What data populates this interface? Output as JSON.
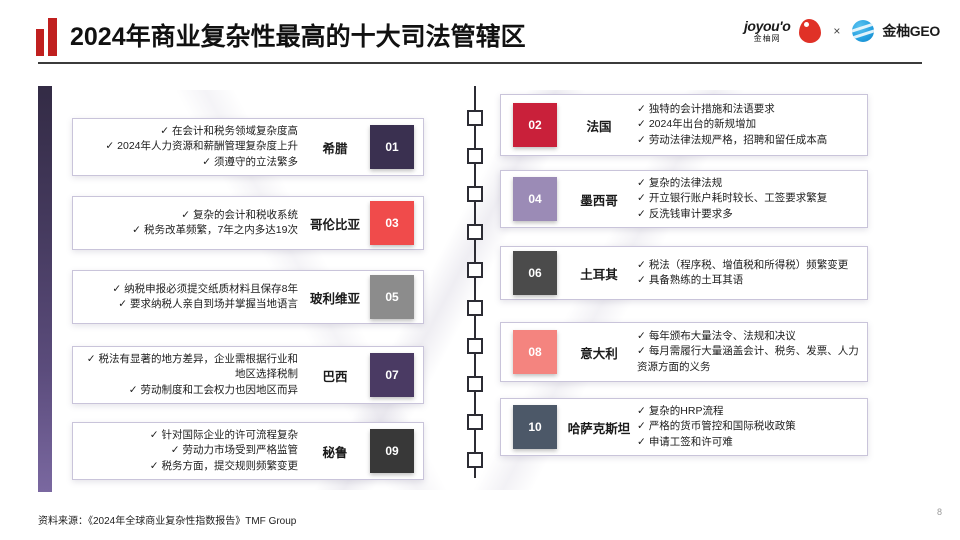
{
  "header": {
    "title": "2024年商业复杂性最高的十大司法管辖区",
    "logo_primary_en": "joyou'o",
    "logo_primary_cn": "金柚网",
    "logo_separator": "×",
    "logo_secondary": "金柚GEO"
  },
  "timeline": {
    "node_count": 10,
    "line_color": "#2c2c34"
  },
  "accent_bar": {
    "gradient_from": "#332b45",
    "gradient_to": "#7a68a0"
  },
  "cards_left": [
    {
      "rank": "01",
      "country": "希腊",
      "badge_color": "#3a3050",
      "bullets": [
        "在会计和税务领域复杂度高",
        "2024年人力资源和薪酬管理复杂度上升",
        "须遵守的立法繁多"
      ]
    },
    {
      "rank": "03",
      "country": "哥伦比亚",
      "badge_color": "#f04b4b",
      "bullets": [
        "复杂的会计和税收系统",
        "税务改革频繁，7年之内多达19次"
      ]
    },
    {
      "rank": "05",
      "country": "玻利维亚",
      "badge_color": "#8c8c8c",
      "bullets": [
        "纳税申报必须提交纸质材料且保存8年",
        "要求纳税人亲自到场并掌握当地语言"
      ]
    },
    {
      "rank": "07",
      "country": "巴西",
      "badge_color": "#4a3a63",
      "bullets": [
        "税法有显著的地方差异，企业需根据行业和地区选择税制",
        "劳动制度和工会权力也因地区而异"
      ]
    },
    {
      "rank": "09",
      "country": "秘鲁",
      "badge_color": "#383838",
      "bullets": [
        "针对国际企业的许可流程复杂",
        "劳动力市场受到严格监管",
        "税务方面，提交规则频繁变更"
      ]
    }
  ],
  "cards_right": [
    {
      "rank": "02",
      "country": "法国",
      "badge_color": "#c9203a",
      "bullets": [
        "独特的会计措施和法语要求",
        "2024年出台的新规增加",
        "劳动法律法规严格，招聘和留任成本高"
      ]
    },
    {
      "rank": "04",
      "country": "墨西哥",
      "badge_color": "#9b8bb6",
      "bullets": [
        "复杂的法律法规",
        "开立银行账户耗时较长、工签要求繁复",
        "反洗钱审计要求多"
      ]
    },
    {
      "rank": "06",
      "country": "土耳其",
      "badge_color": "#4b4b4b",
      "bullets": [
        "税法（程序税、增值税和所得税）频繁变更",
        "具备熟练的土耳其语"
      ]
    },
    {
      "rank": "08",
      "country": "意大利",
      "badge_color": "#f4847f",
      "bullets": [
        "每年颁布大量法令、法规和决议",
        "每月需履行大量涵盖会计、税务、发票、人力资源方面的义务"
      ]
    },
    {
      "rank": "10",
      "country": "哈萨克斯坦",
      "badge_color": "#4c5868",
      "bullets": [
        "复杂的HRP流程",
        "严格的货币管控和国际税收政策",
        "申请工签和许可难"
      ]
    }
  ],
  "footer": {
    "source": "资料来源：《2024年全球商业复杂性指数报告》TMF Group",
    "page_number": "8"
  }
}
